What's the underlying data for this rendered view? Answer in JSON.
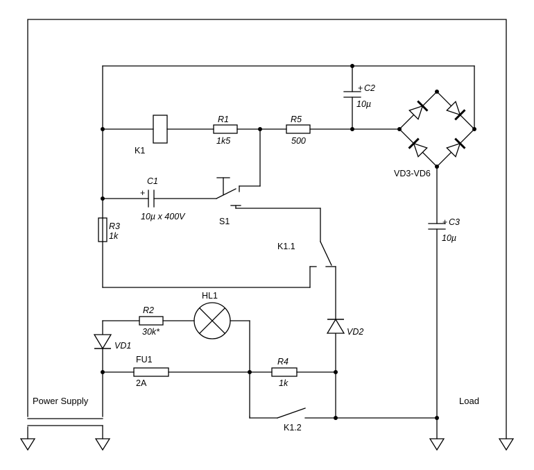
{
  "labels": {
    "k1": "K1",
    "r1_name": "R1",
    "r1_val": "1k5",
    "r5_name": "R5",
    "r5_val": "500",
    "c2_name": "C2",
    "c2_val": "10µ",
    "c2_plus": "+",
    "c1_name": "C1",
    "c1_val": "10µ x 400V",
    "c1_plus": "+",
    "s1": "S1",
    "r3_name": "R3",
    "r3_val": "1k",
    "k11": "K1.1",
    "vd36": "VD3-VD6",
    "c3_name": "C3",
    "c3_val": "10µ",
    "c3_plus": "+",
    "hl1": "HL1",
    "r2_name": "R2",
    "r2_val": "30k*",
    "vd1": "VD1",
    "vd2": "VD2",
    "fu1_name": "FU1",
    "fu1_val": "2A",
    "r4_name": "R4",
    "r4_val": "1k",
    "k12": "K1.2",
    "power_supply": "Power Supply",
    "load": "Load"
  }
}
